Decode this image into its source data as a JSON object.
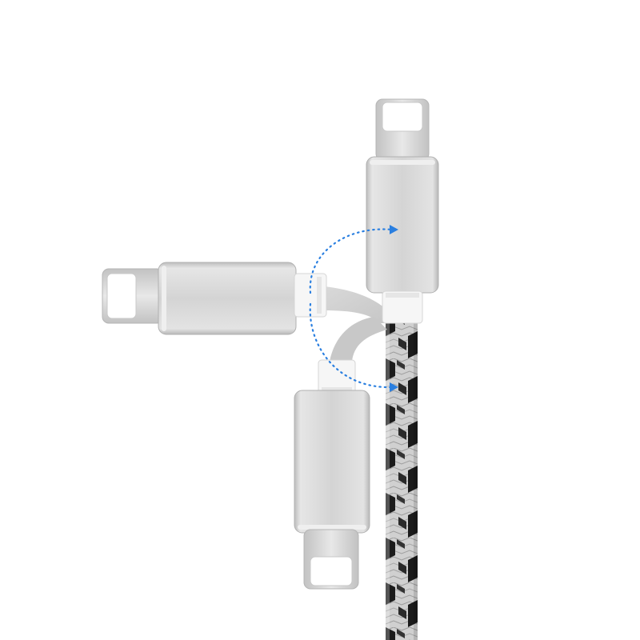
{
  "scene": {
    "subject": "braided-lightning-cable",
    "connectors": [
      {
        "name": "connector-top",
        "orientation": "vertical-up"
      },
      {
        "name": "connector-left",
        "orientation": "horizontal-left"
      },
      {
        "name": "connector-bottom",
        "orientation": "vertical-down"
      }
    ],
    "colors": {
      "background": "#ffffff",
      "housing": "#c9c9c9",
      "housing_highlight": "#e4e4e4",
      "plug_metal": "#d7d7d7",
      "plug_face": "#ffffff",
      "strain_relief": "#f2f2f2",
      "braid_light": "#d3d3d3",
      "braid_dark": "#1a1a1a",
      "arrow": "#2a7fe0"
    },
    "icons": [
      "rotation-arrow-up-icon",
      "rotation-arrow-down-icon"
    ]
  }
}
